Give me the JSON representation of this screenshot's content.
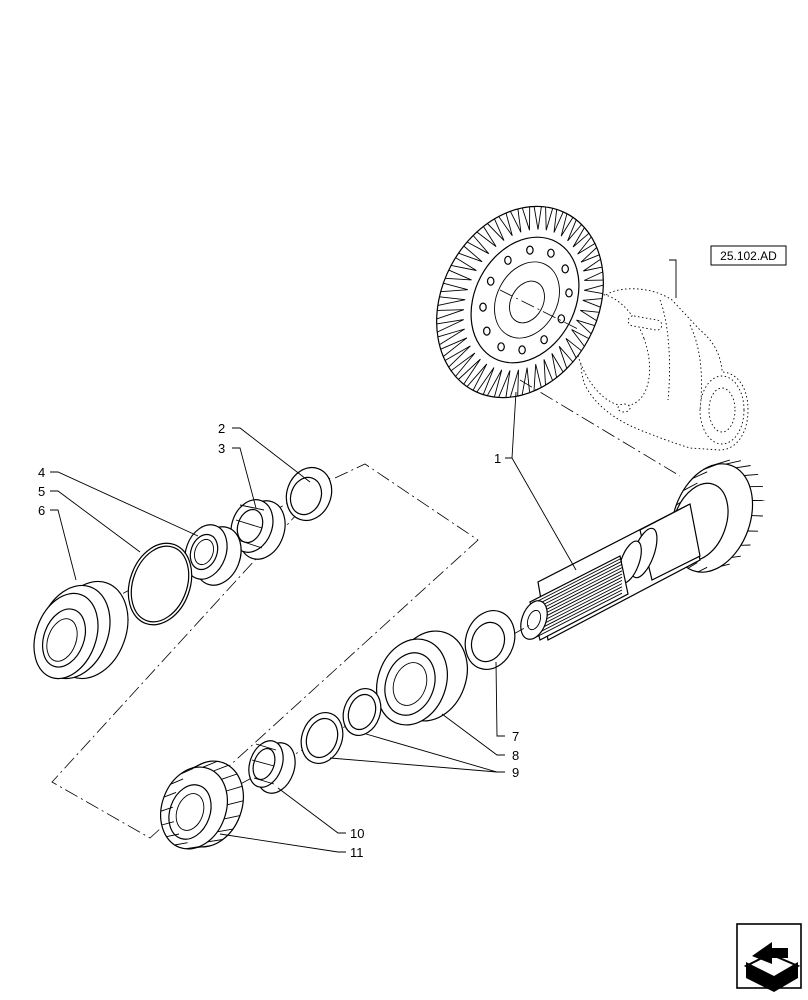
{
  "reference_box": {
    "label": "25.102.AD"
  },
  "callouts": [
    {
      "id": "1",
      "text": "1"
    },
    {
      "id": "2",
      "text": "2"
    },
    {
      "id": "3",
      "text": "3"
    },
    {
      "id": "4",
      "text": "4"
    },
    {
      "id": "5",
      "text": "5"
    },
    {
      "id": "6",
      "text": "6"
    },
    {
      "id": "7",
      "text": "7"
    },
    {
      "id": "8",
      "text": "8"
    },
    {
      "id": "9",
      "text": "9"
    },
    {
      "id": "10",
      "text": "10"
    },
    {
      "id": "11",
      "text": "11"
    }
  ],
  "nav_icon": {
    "name": "next-page-arrow-icon"
  }
}
